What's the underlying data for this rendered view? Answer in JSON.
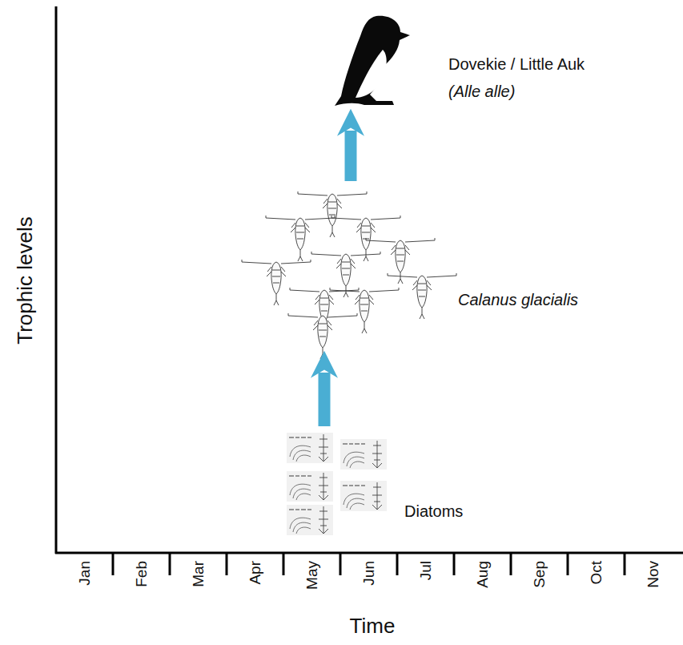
{
  "diagram": {
    "nodes": [
      {
        "text": [
          "Diatoms"
        ]
      },
      {
        "text": [
          "Calanus glacialis"
        ]
      },
      {
        "text": [
          "Dovekie / Little Auk",
          "(Alle alle)"
        ]
      }
    ],
    "edges": [
      {
        "from": 0,
        "to": 1,
        "arrow": "to"
      },
      {
        "from": 1,
        "to": 2,
        "arrow": "to"
      }
    ],
    "labels": [
      "Trophic levels",
      "Jan",
      "Feb",
      "Mar",
      "Apr",
      "May",
      "Jun",
      "Jul",
      "Aug",
      "Sep",
      "Oct",
      "Nov",
      "Time"
    ]
  }
}
